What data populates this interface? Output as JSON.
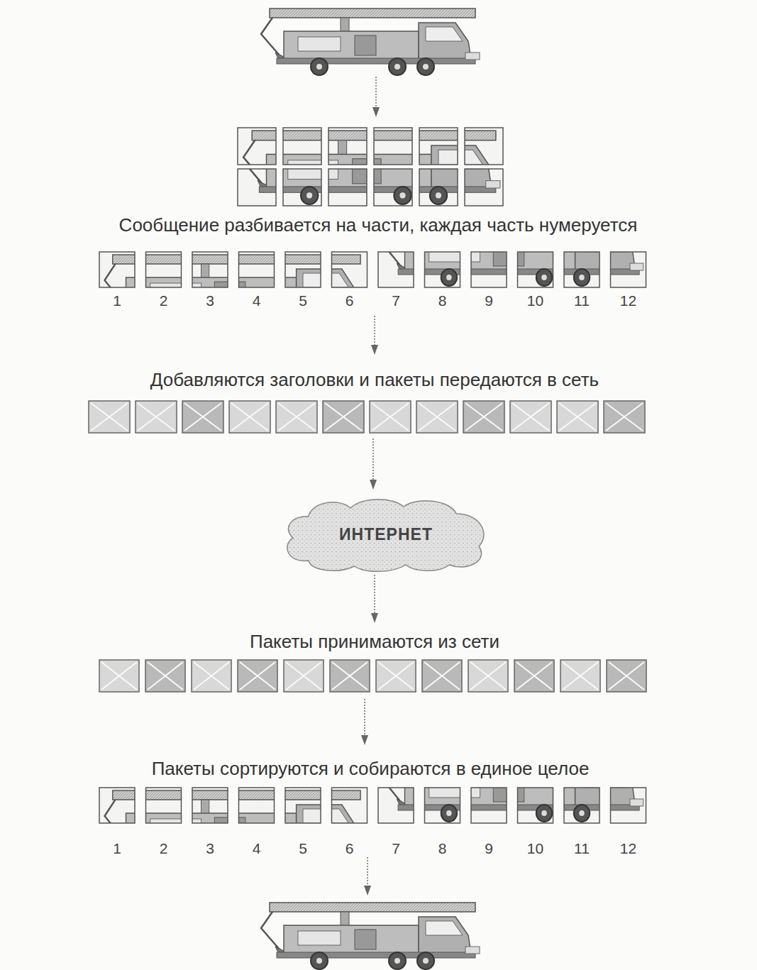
{
  "diagram": {
    "nodes": [
      {
        "text": [
          "ИНТЕРНЕТ"
        ]
      }
    ],
    "labels": [
      "Сообщение разбивается на части, каждая часть нумеруется",
      "1",
      "2",
      "3",
      "4",
      "5",
      "6",
      "7",
      "8",
      "9",
      "10",
      "11",
      "12",
      "Добавляются заголовки и пакеты передаются в сеть",
      "Пакеты принимаются из сети",
      "Пакеты сортируются и собираются в единое целое",
      "1",
      "2",
      "3",
      "4",
      "5",
      "6",
      "7",
      "8",
      "9",
      "10",
      "11",
      "12"
    ]
  }
}
